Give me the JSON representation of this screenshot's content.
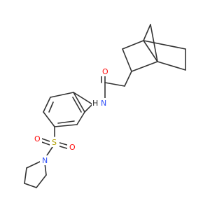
{
  "structure": {
    "labels": {
      "O_carbonyl": "O",
      "N_amide": "N",
      "H_amide": "H",
      "S": "S",
      "O_sulfonyl_1": "O",
      "O_sulfonyl_2": "O",
      "N_pyrrolidine": "N"
    },
    "colors": {
      "bond": "#333333",
      "oxygen": "#ff0d0d",
      "nitrogen": "#3050f8",
      "sulfur": "#b2a000"
    }
  }
}
